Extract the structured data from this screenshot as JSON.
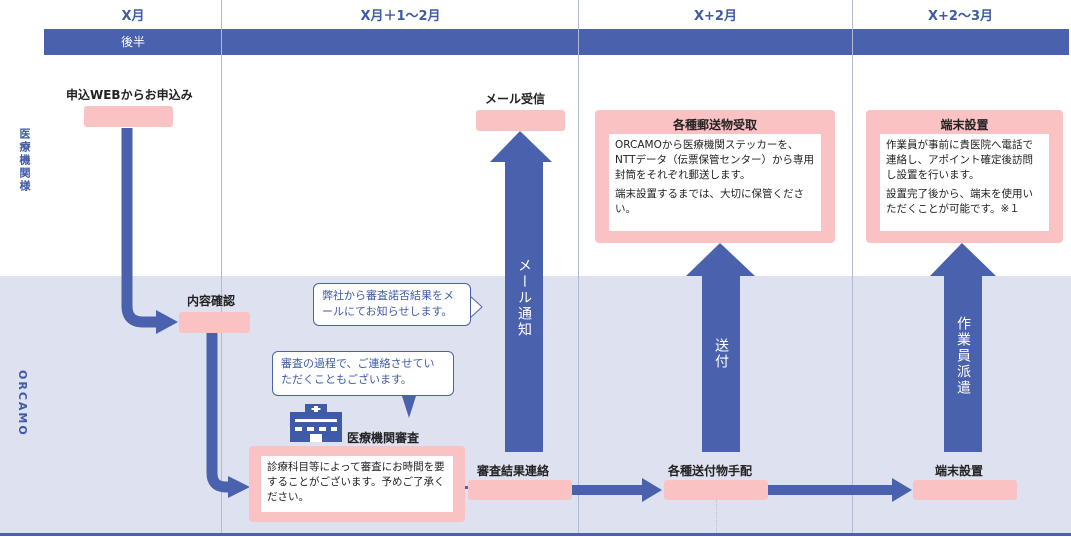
{
  "columns": [
    "X月",
    "X月＋1～2月",
    "X+2月",
    "X+2～3月"
  ],
  "subheader": "後半",
  "rows": {
    "medical": "医療機関様",
    "orcamo": "ORCAMO"
  },
  "steps": {
    "apply": "申込WEBからお申込み",
    "mail_receive": "メール受信",
    "confirm": "内容確認",
    "review": "医療機関審査",
    "review_body": "診療科目等によって審査にお時間を要することがございます。予めご了承ください。",
    "result_contact": "審査結果連絡",
    "shipping_arrange": "各種送付物手配",
    "device_setup_orcamo": "端末設置"
  },
  "cards": {
    "receive": {
      "title": "各種郵送物受取",
      "p1": "ORCAMOから医療機関ステッカーを、NTTデータ（伝票保管センター）から専用封筒をそれぞれ郵送します。",
      "p2": "端末設置するまでは、大切に保管ください。"
    },
    "setup": {
      "title": "端末設置",
      "p1": "作業員が事前に貴医院へ電話で連絡し、アポイント確定後訪問し設置を行います。",
      "p2": "設置完了後から、端末を使用いただくことが可能です。※１"
    }
  },
  "bubbles": {
    "result_notice": "弊社から審査諾否結果をメールにてお知らせします。",
    "process_notice": "審査の過程で、ご連絡させていただくこともございます。"
  },
  "arrows": {
    "mail_notice": "メール通知",
    "send": "送付",
    "dispatch": "作業員派遣"
  },
  "colors": {
    "primary": "#4a62ad",
    "pink": "#fbc2c4",
    "band": "#dde1f0"
  }
}
